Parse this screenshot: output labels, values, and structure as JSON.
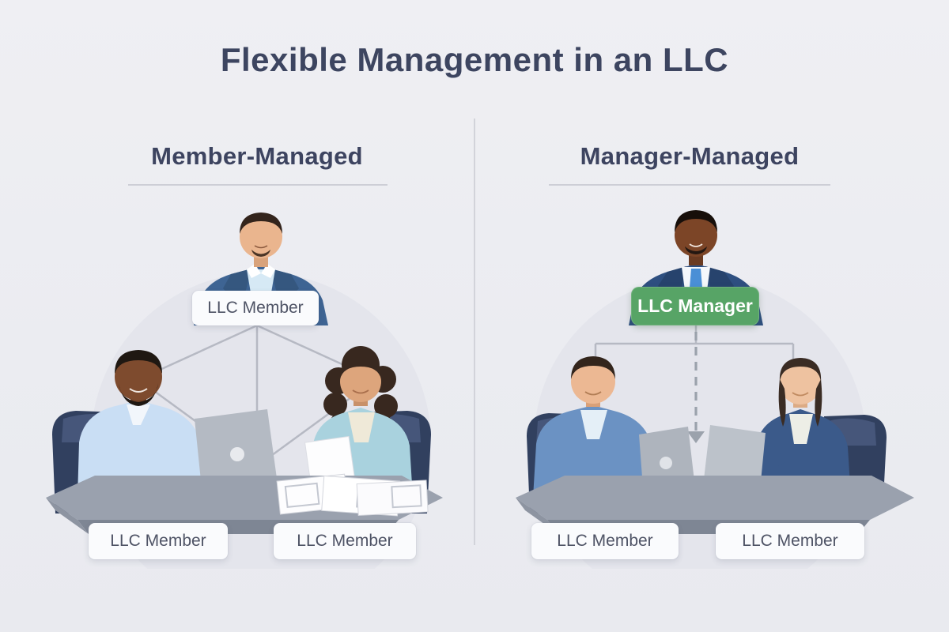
{
  "title": "Flexible Management in an LLC",
  "panels": [
    {
      "id": "member-managed",
      "heading": "Member-Managed",
      "top_label": "LLC Member",
      "bottom_labels": [
        "LLC Member",
        "LLC Member"
      ],
      "connector_style": "solid mesh between all members"
    },
    {
      "id": "manager-managed",
      "heading": "Manager-Managed",
      "top_label": "LLC Manager",
      "bottom_labels": [
        "LLC Member",
        "LLC Member"
      ],
      "connector_style": "solid bracket with dashed arrow down from manager"
    }
  ],
  "colors": {
    "background": "#ecedf1",
    "title_text": "#3d4560",
    "heading_text": "#3d4460",
    "heading_underline": "#cdced6",
    "divider": "#d2d3da",
    "label_box_bg": "#fafbfd",
    "label_text": "#4e5365",
    "manager_badge_bg": "#57a466",
    "manager_badge_text": "#ffffff",
    "connector_solid": "#b6b9c3",
    "connector_dashed": "#9ba2ac",
    "table_top": "#9aa1ae",
    "table_front": "#7e8694",
    "chair": "#31405f",
    "background_circle": "#e4e5ec"
  }
}
